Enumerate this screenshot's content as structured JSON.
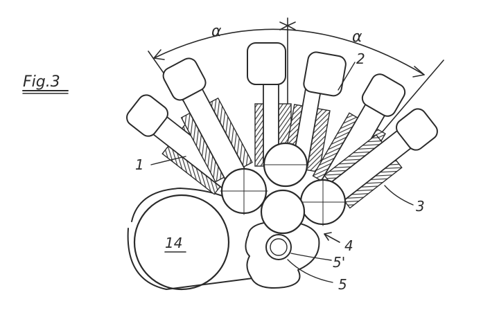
{
  "figure": {
    "label": "Fig.3",
    "angle_labels": [
      "α",
      "α"
    ],
    "reference_numerals": [
      "1",
      "2",
      "3",
      "4",
      "5'",
      "5",
      "14"
    ]
  },
  "colors": {
    "ink": "#2a2a2a",
    "paper": "#ffffff",
    "hatch": "#3a3a3a"
  }
}
